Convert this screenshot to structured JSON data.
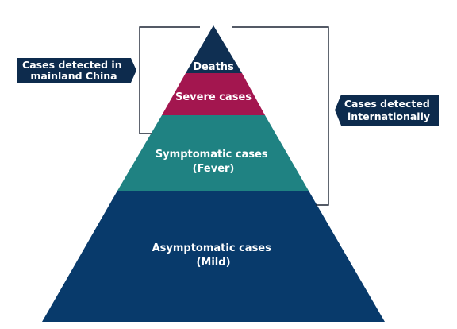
{
  "pyramid": {
    "tiers": [
      {
        "id": "deaths",
        "label": [
          "Deaths"
        ],
        "color": "#0f2f52"
      },
      {
        "id": "severe",
        "label": [
          "Severe cases"
        ],
        "color": "#a3164f"
      },
      {
        "id": "symptomatic",
        "label": [
          "Symptomatic cases",
          "(Fever)"
        ],
        "color": "#1f8282"
      },
      {
        "id": "asymptomatic",
        "label": [
          "Asymptomatic cases",
          "(Mild)"
        ],
        "color": "#083a6b"
      }
    ]
  },
  "callouts": {
    "mainland": {
      "lines": [
        "Cases detected in",
        "mainland China"
      ],
      "color": "#0d2b4d"
    },
    "international": {
      "lines": [
        "Cases detected",
        "internationally"
      ],
      "color": "#0d2b4d"
    }
  }
}
